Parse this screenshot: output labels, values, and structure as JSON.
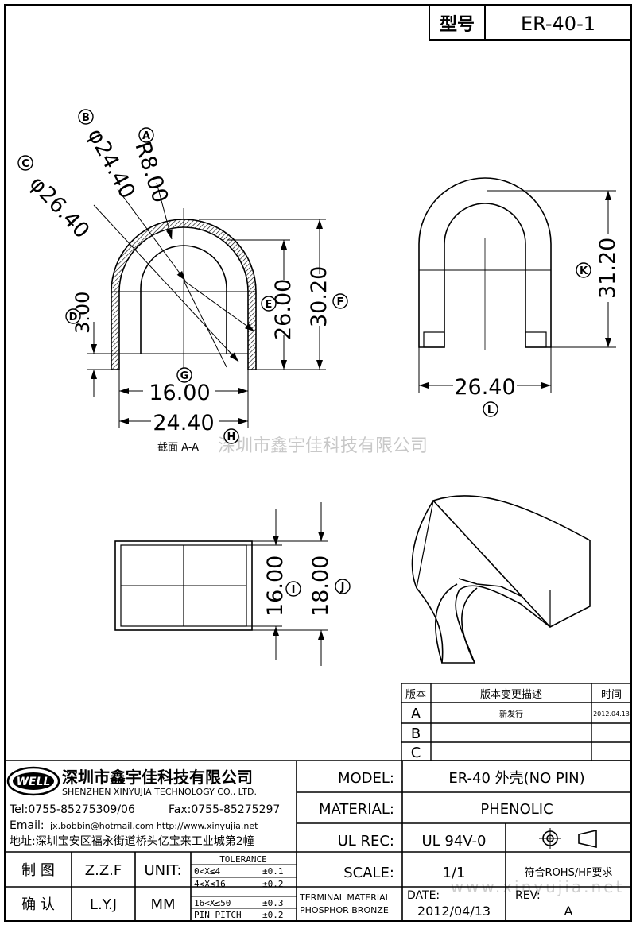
{
  "header": {
    "type_label": "型号",
    "part_no": "ER-40-1"
  },
  "dimensions": {
    "A": {
      "circle": "A",
      "text": "R8.00"
    },
    "B": {
      "circle": "B",
      "text": "φ24.40"
    },
    "C": {
      "circle": "C",
      "text": "φ26.40"
    },
    "D": {
      "circle": "D",
      "text": "3.00"
    },
    "E": {
      "circle": "E",
      "text": "26.00"
    },
    "F": {
      "circle": "F",
      "text": "30.20"
    },
    "G": {
      "circle": "G",
      "text": "16.00"
    },
    "H": {
      "circle": "H",
      "text": "24.40"
    },
    "I": {
      "circle": "I",
      "text": "16.00"
    },
    "J": {
      "circle": "J",
      "text": "18.00"
    },
    "K": {
      "circle": "K",
      "text": "31.20"
    },
    "L": {
      "circle": "L",
      "text": "26.40"
    }
  },
  "section_label": "截面  A-A",
  "watermark": "深圳市鑫宇佳科技有限公司",
  "watermark_url": "www.xinyujia.net",
  "revision_table": {
    "headers": [
      "版本",
      "版本变更描述",
      "时间"
    ],
    "rows": [
      {
        "rev": "A",
        "desc": "新发行",
        "date": "2012.04.13"
      },
      {
        "rev": "B",
        "desc": "",
        "date": ""
      },
      {
        "rev": "C",
        "desc": "",
        "date": ""
      }
    ]
  },
  "company": {
    "logo_text": "WELL",
    "name_cn": "深圳市鑫宇佳科技有限公司",
    "name_en": "SHENZHEN XINYUJIA TECHNOLOGY CO., LTD.",
    "tel": "Tel:0755-85275309/06",
    "fax": "Fax:0755-85275297",
    "email_label": "Email:",
    "email": "jx.bobbin@hotmail.com http://www.xinyujia.net",
    "address": "地址:深圳宝安区福永街道桥头亿宝来工业城第2幢"
  },
  "title_block": {
    "model_label": "MODEL:",
    "model_value": "ER-40 外壳(NO PIN)",
    "material_label": "MATERIAL:",
    "material_value": "PHENOLIC",
    "ulrec_label": "UL REC:",
    "ulrec_value": "UL 94V-0",
    "scale_label": "SCALE:",
    "scale_value": "1/1",
    "rohs": "符合ROHS/HF要求",
    "terminal_line1": "TERMINAL MATERIAL",
    "terminal_line2": "PHOSPHOR BRONZE",
    "date_label": "DATE:",
    "date_value": "2012/04/13",
    "rev_label": "REV:",
    "rev_value": "A",
    "drawn_label": "制 图",
    "drawn_value": "Z.Z.F",
    "checked_label": "确 认",
    "checked_value": "L.Y.J",
    "unit_label": "UNIT:",
    "unit_value": "MM",
    "tolerance_title": "TOLERANCE",
    "tolerances": [
      {
        "range": "0<X≤4",
        "tol": "±0.1"
      },
      {
        "range": "4<X≤16",
        "tol": "±0.2"
      },
      {
        "range": "16<X≤50",
        "tol": "±0.3"
      },
      {
        "range": "PIN PITCH",
        "tol": "±0.2"
      }
    ]
  }
}
